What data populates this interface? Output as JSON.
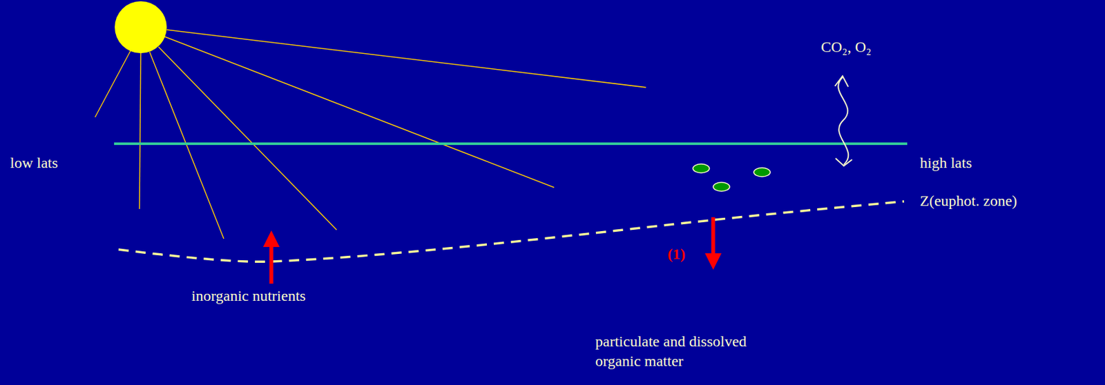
{
  "diagram": {
    "labels": [
      "low lats",
      "high lats",
      "CO₂, O₂",
      "Z(euphot. zone)",
      "(1)",
      "inorganic nutrients",
      "particulate and dissolved organic matter"
    ]
  }
}
